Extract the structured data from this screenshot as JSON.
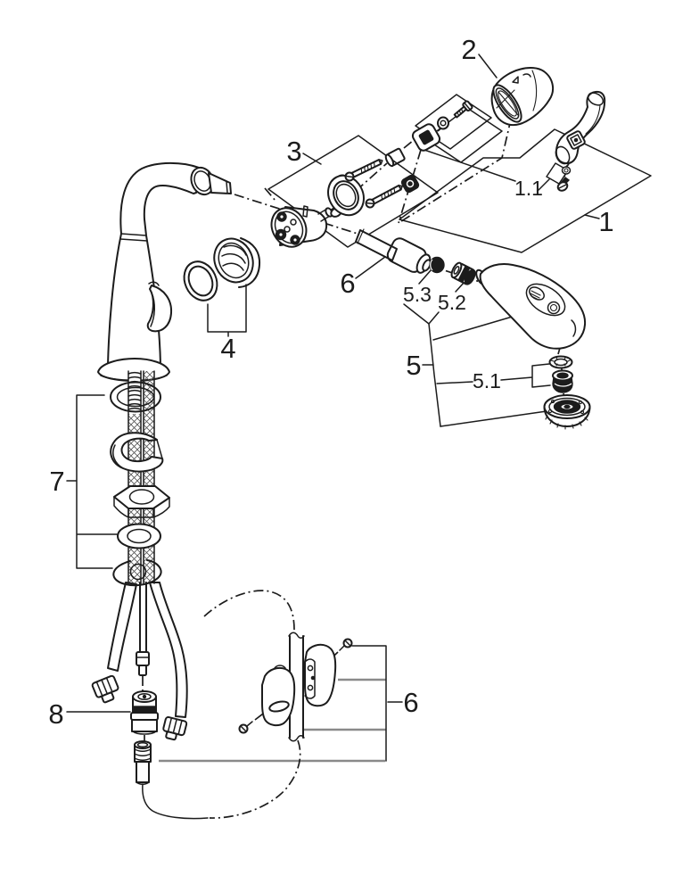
{
  "figure": {
    "kind": "exploded-parts-diagram",
    "background": "#ffffff",
    "line_color": "#1c1c1c",
    "leader_gray": "#8a8a8a"
  },
  "labels": {
    "part1": "1",
    "part1_1": "1.1",
    "part2": "2",
    "part3": "3",
    "part4": "4",
    "part5": "5",
    "part5_1": "5.1",
    "part5_2": "5.2",
    "part5_3": "5.3",
    "part6_hose": "6",
    "part6_holder": "6",
    "part7": "7",
    "part8": "8"
  }
}
